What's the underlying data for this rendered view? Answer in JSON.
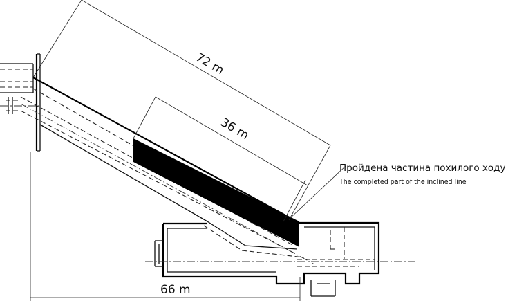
{
  "dimensions": {
    "total_length": "72 m",
    "excavated_length": "36 m",
    "horizontal_length": "66 m"
  },
  "labels": {
    "ukrainian": "Пройдена частина похилого ходу",
    "english": "The completed part of the inclined line"
  }
}
